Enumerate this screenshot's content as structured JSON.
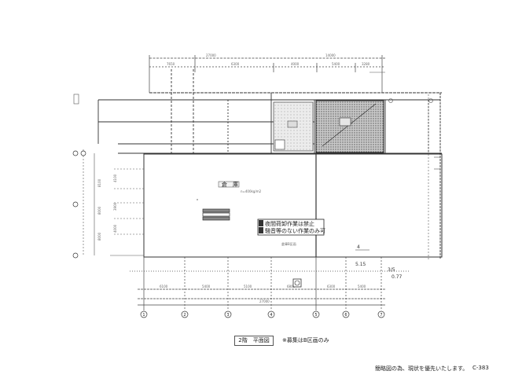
{
  "drawing": {
    "caption": "2階　平面図",
    "caption_note": "※募集はB区画のみ",
    "footer_note": "簡略図の為、現状を優先いたします。",
    "page_code": "C-383",
    "room_label": "倉　庫",
    "notice_text": [
      "夜間荷卸作業は禁止",
      "騒音等のない作業のみ可"
    ],
    "grid_labels": [
      "1",
      "2",
      "3",
      "4",
      "5",
      "6",
      "7"
    ],
    "annotations": [
      "5.15",
      "3/5",
      "0.77",
      "4"
    ]
  }
}
